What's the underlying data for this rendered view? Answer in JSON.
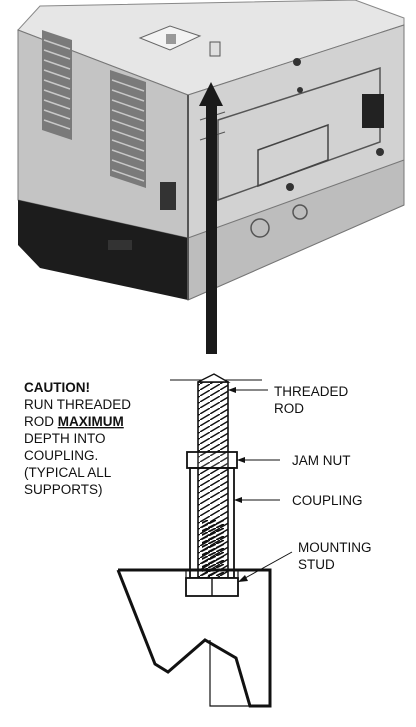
{
  "caution": {
    "lines": [
      "CAUTION!",
      "RUN THREADED",
      "ROD ",
      "MAXIMUM",
      "DEPTH INTO",
      "COUPLING.",
      "(TYPICAL ALL",
      "SUPPORTS)"
    ]
  },
  "labels": {
    "threaded_rod": [
      "THREADED",
      "ROD"
    ],
    "jam_nut": "JAM NUT",
    "coupling": "COUPLING",
    "mounting_stud": [
      "MOUNTING",
      "STUD"
    ]
  },
  "colors": {
    "housing_light": "#cfcfcf",
    "housing_mid": "#b5b5b5",
    "housing_dark": "#1c1c1c",
    "line": "#111111"
  }
}
